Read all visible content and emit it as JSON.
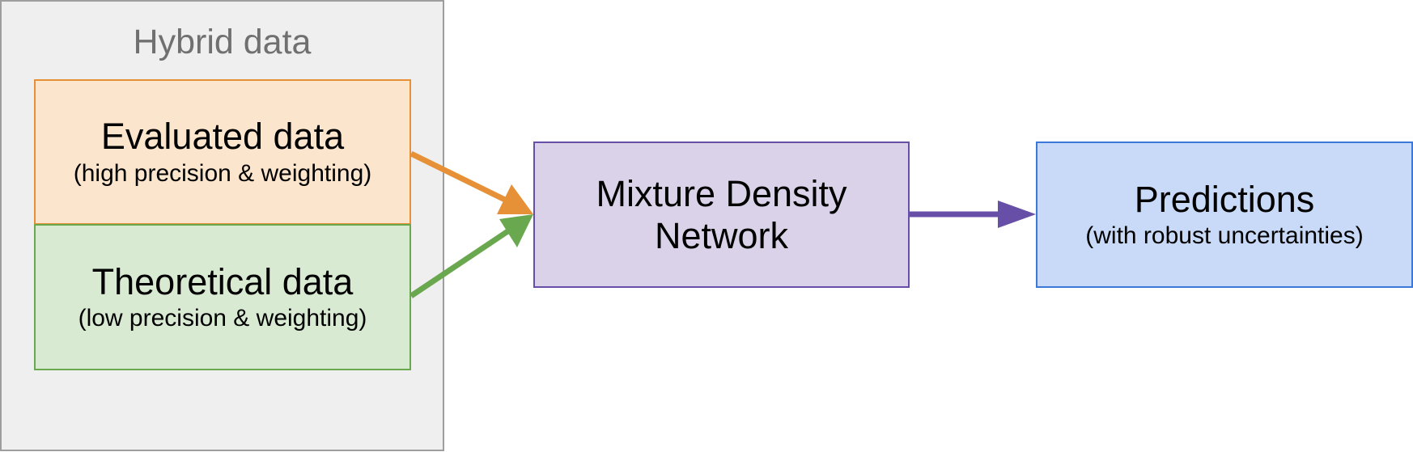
{
  "group": {
    "title": "Hybrid data"
  },
  "nodes": {
    "evaluated": {
      "title": "Evaluated data",
      "subtitle": "(high precision & weighting)"
    },
    "theoretical": {
      "title": "Theoretical data",
      "subtitle": "(low precision & weighting)"
    },
    "mdn": {
      "title": "Mixture Density\nNetwork"
    },
    "predictions": {
      "title": "Predictions",
      "subtitle": "(with robust uncertainties)"
    }
  },
  "edges": [
    {
      "from": "evaluated",
      "to": "mdn",
      "color": "#e69138"
    },
    {
      "from": "theoretical",
      "to": "mdn",
      "color": "#6aa84f"
    },
    {
      "from": "mdn",
      "to": "predictions",
      "color": "#674ea7"
    }
  ],
  "colors": {
    "group_fill": "#efefef",
    "group_border": "#9e9e9e",
    "evaluated_fill": "#fce5cd",
    "evaluated_border": "#e69138",
    "theoretical_fill": "#d9ead3",
    "theoretical_border": "#6aa84f",
    "mdn_fill": "#d9d2e9",
    "mdn_border": "#674ea7",
    "predictions_fill": "#c9daf8",
    "predictions_border": "#3c78d8"
  }
}
